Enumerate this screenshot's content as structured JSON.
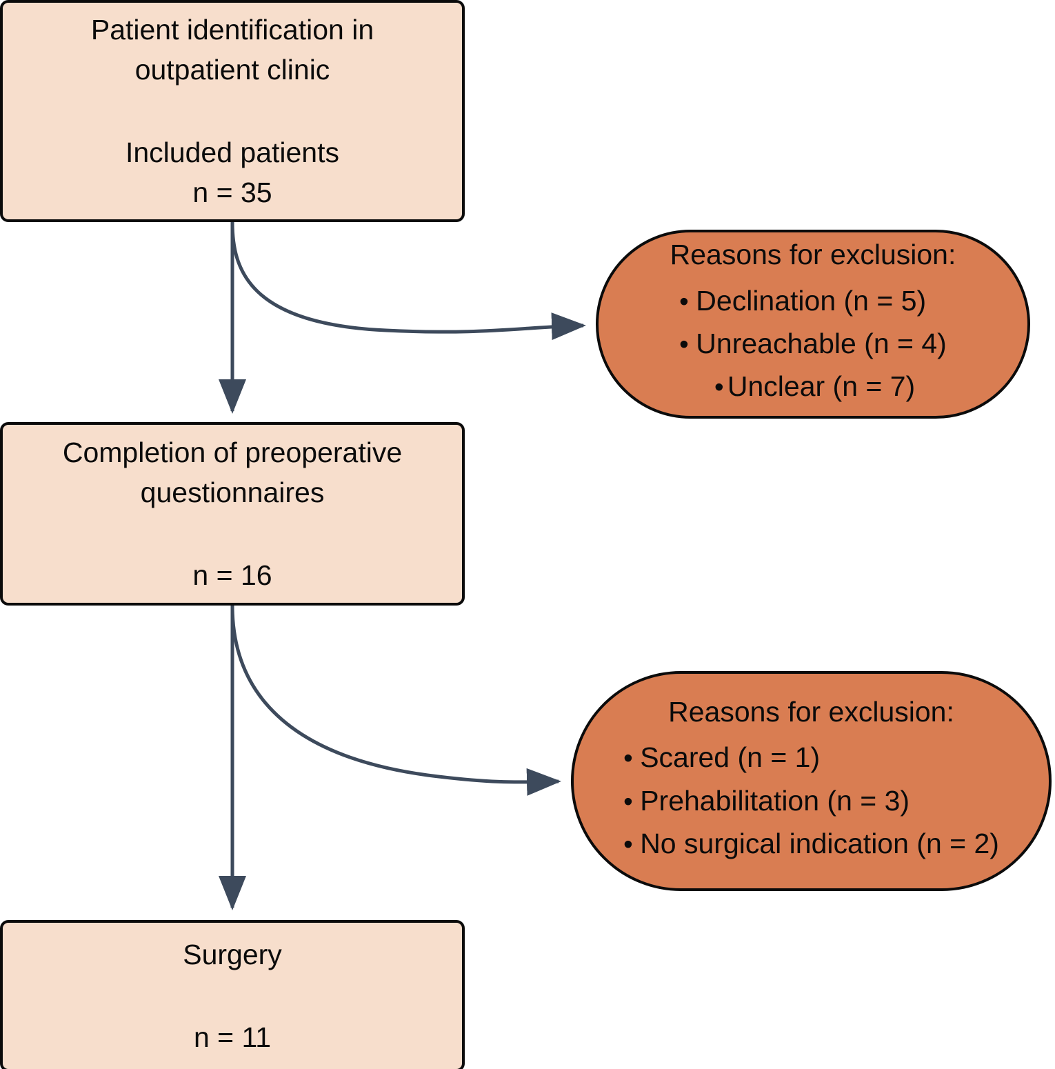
{
  "diagram": {
    "type": "flowchart",
    "orientation": "vertical",
    "colors": {
      "process_fill": "#F7DECC",
      "terminator_fill": "#D97D52",
      "border": "#0B0B0B",
      "connector": "#3D4A5C",
      "background": "#FFFFFF"
    }
  },
  "nodes": {
    "identification": {
      "title_line_1": "Patient identification in",
      "title_line_2": "outpatient clinic",
      "subtitle": "Included patients",
      "count": "n = 35"
    },
    "questionnaires": {
      "title_line_1": "Completion of preoperative",
      "title_line_2": "questionnaires",
      "count": "n = 16"
    },
    "surgery": {
      "title_line_1": "Surgery",
      "count": "n = 11"
    },
    "exclusion_1": {
      "heading": "Reasons for exclusion:",
      "bullet_glyph": "•",
      "items": [
        "Declination (n = 5)",
        "Unreachable (n = 4)",
        "Unclear (n = 7)"
      ]
    },
    "exclusion_2": {
      "heading": "Reasons for exclusion:",
      "bullet_glyph": "•",
      "items": [
        "Scared (n = 1)",
        "Prehabilitation (n = 3)",
        "No surgical indication (n = 2)"
      ]
    }
  },
  "edges": [
    {
      "name": "identification-to-questionnaires",
      "from": "identification",
      "to": "questionnaires",
      "style": "straight-arrow"
    },
    {
      "name": "identification-to-exclusion-1",
      "from": "identification",
      "to": "exclusion_1",
      "style": "curved-arrow"
    },
    {
      "name": "questionnaires-to-surgery",
      "from": "questionnaires",
      "to": "surgery",
      "style": "straight-arrow"
    },
    {
      "name": "questionnaires-to-exclusion-2",
      "from": "questionnaires",
      "to": "exclusion_2",
      "style": "curved-arrow"
    }
  ]
}
